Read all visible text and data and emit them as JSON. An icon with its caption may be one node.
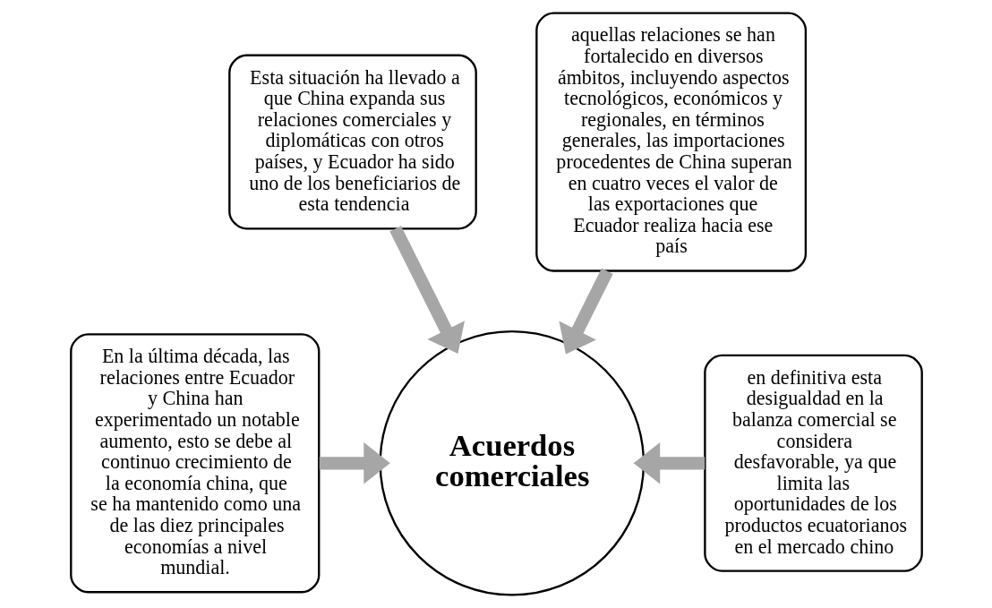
{
  "diagram": {
    "nodes": [
      {
        "text": [
          "Esta situación ha llevado a que China expanda sus relaciones comerciales y diplomáticas con otros países, y Ecuador ha sido uno de los beneficiarios de esta tendencia"
        ]
      },
      {
        "text": [
          "aquellas relaciones se han fortalecido en diversos ámbitos, incluyendo aspectos tecnológicos, económicos y regionales, en términos generales, las importaciones procedentes de China superan en cuatro veces el valor de las exportaciones que Ecuador realiza hacia ese país"
        ]
      },
      {
        "text": [
          "En la última década, las relaciones entre Ecuador y China han experimentado un notable aumento, esto se debe al continuo crecimiento de la economía china, que se ha mantenido como una de las diez principales economías a nivel mundial."
        ]
      },
      {
        "text": [
          "en definitiva esta desigualdad en la balanza comercial se considera desfavorable, ya que limita las oportunidades de los productos ecuatorianos en el mercado chino"
        ]
      },
      {
        "text": [
          "Acuerdos comerciales"
        ]
      }
    ],
    "edges": [
      {
        "from": 0,
        "to": 4,
        "arrow": "to"
      },
      {
        "from": 1,
        "to": 4,
        "arrow": "to"
      },
      {
        "from": 2,
        "to": 4,
        "arrow": "to"
      },
      {
        "from": 3,
        "to": 4,
        "arrow": "to"
      }
    ]
  }
}
